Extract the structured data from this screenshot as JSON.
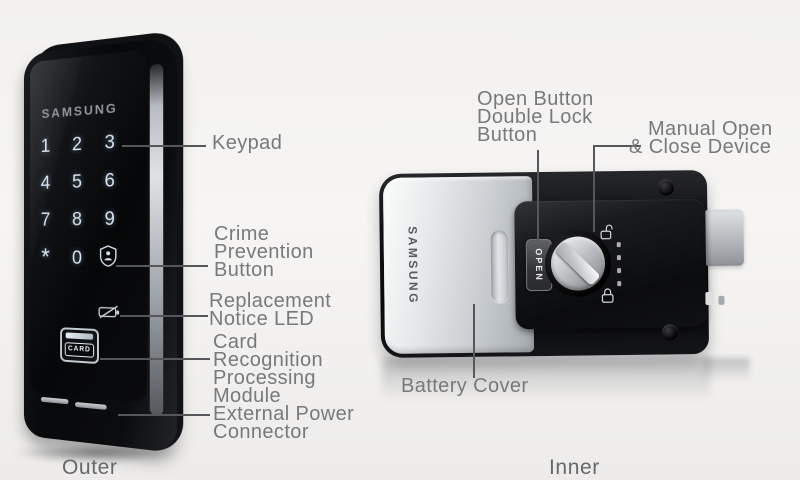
{
  "colors": {
    "background": "#f4f3f1",
    "label_text": "#77797c",
    "leader_line": "#55575a",
    "keypad_digit": "#d9e6f4",
    "device_black": "#0b0c0e",
    "device_silver": "#cdd1d4"
  },
  "captions": {
    "outer": "Outer",
    "inner": "Inner"
  },
  "outer_device": {
    "brand": "SAMSUNG",
    "keys": [
      "1",
      "2",
      "3",
      "4",
      "5",
      "6",
      "7",
      "8",
      "9",
      "*",
      "0"
    ],
    "card_badge": "CARD"
  },
  "inner_device": {
    "brand": "SAMSUNG",
    "open_button": "OPEN"
  },
  "labels": {
    "keypad": "Keypad",
    "crime_prevention": [
      "Crime",
      "Prevention",
      "Button"
    ],
    "replacement_led": [
      "Replacement",
      "Notice LED"
    ],
    "card_module": [
      "Card",
      "Recognition",
      "Processing",
      "Module"
    ],
    "external_power": [
      "External Power",
      "Connector"
    ],
    "open_double_lock": [
      "Open Button",
      "Double Lock",
      "Button"
    ],
    "manual_open": [
      "Manual Open",
      "& Close Device"
    ],
    "battery_cover": "Battery Cover"
  },
  "icons": {
    "crime_prevention": "shield-person-icon",
    "replacement_notice": "battery-slash-icon",
    "manual_unlock": "padlock-open-icon",
    "manual_lock": "padlock-closed-icon"
  }
}
